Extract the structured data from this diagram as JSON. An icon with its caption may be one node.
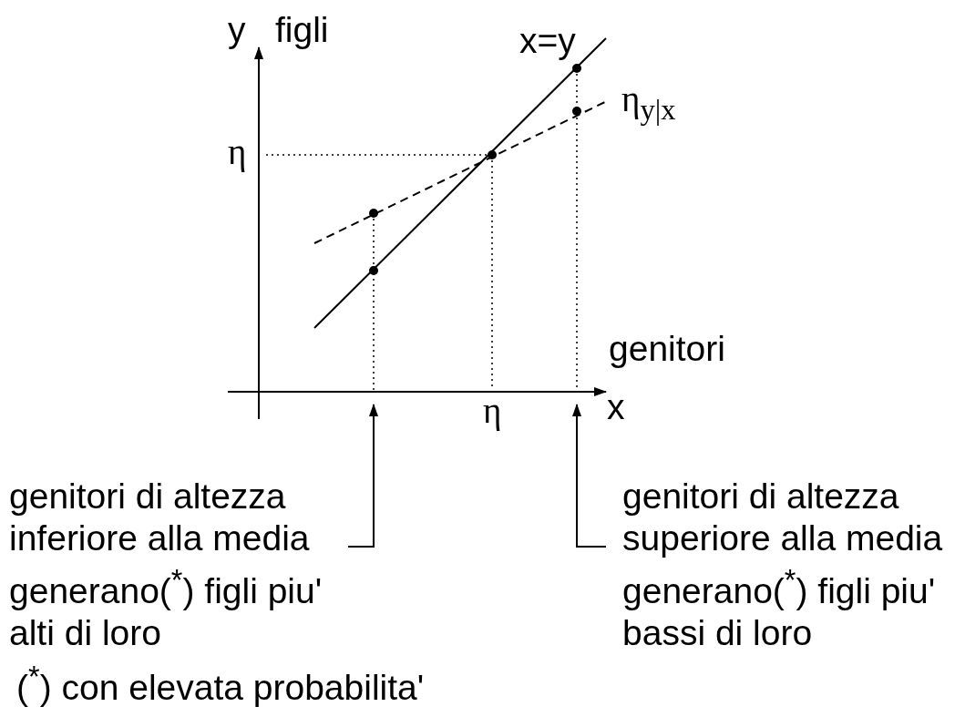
{
  "diagram": {
    "nodes": [
      {
        "text": [
          "genitori di altezza inferiore alla media generano($^{*}$) figli piu' alti di loro"
        ]
      },
      {
        "text": [
          "genitori di altezza superiore alla media generano($^{*}$) figli piu' bassi di loro"
        ]
      }
    ],
    "edges": [
      {
        "from": 0,
        "to": null,
        "arrow": "to"
      },
      {
        "from": 1,
        "to": null,
        "arrow": "to"
      }
    ],
    "labels": [
      "y",
      "figli",
      "x=y",
      "η$_{y|x}$",
      "η",
      "genitori",
      "η",
      "x",
      "($^{*}$) con elevata probabilita'"
    ]
  }
}
